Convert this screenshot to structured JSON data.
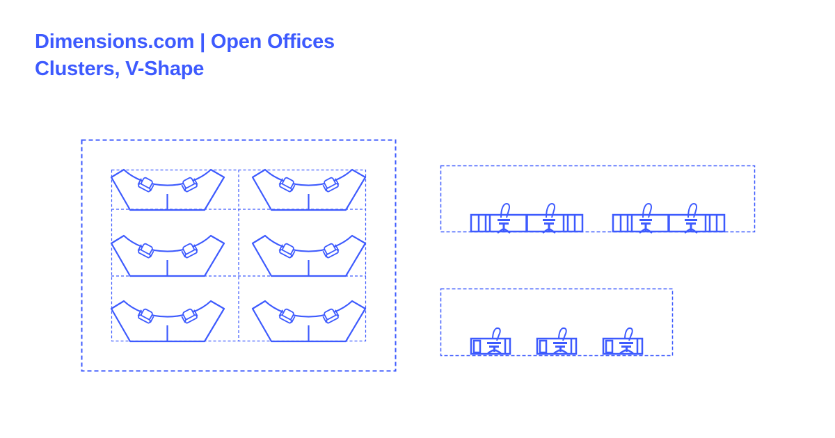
{
  "header": {
    "title_line1": "Dimensions.com | Open Offices",
    "title_line2": "Clusters, V-Shape"
  },
  "colors": {
    "accent": "#3d5afe",
    "background": "#ffffff"
  },
  "drawings": {
    "plan_view": {
      "description": "Top plan view of 6 V-shaped desk clusters in a 2x3 grid",
      "clusters": 6,
      "columns": 2,
      "rows": 3,
      "chairs_per_cluster": 2
    },
    "front_elevation": {
      "description": "Front elevation of 2 cluster pairs with 4 chairs",
      "desk_groups": 2,
      "chairs_per_group": 2
    },
    "side_elevation": {
      "description": "Side elevation of 3 desks with chairs",
      "desks": 3
    }
  }
}
